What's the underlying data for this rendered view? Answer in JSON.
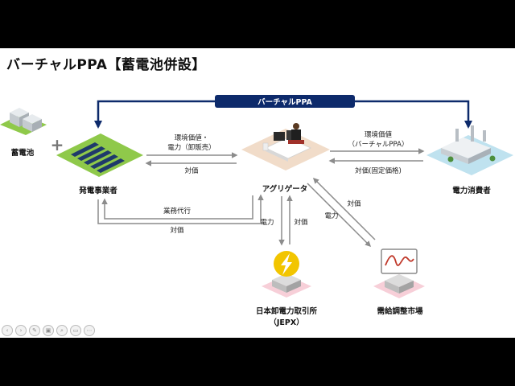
{
  "title": "バーチャルPPA【蓄電池併設】",
  "banner": {
    "label": "バーチャルPPA",
    "color": "#0d2a6b"
  },
  "nodes": {
    "battery": "蓄電池",
    "generator": "発電事業者",
    "aggregator": "アグリゲータ",
    "consumer": "電力消費者",
    "jepx_line1": "日本卸電力取引所",
    "jepx_line2": "（JEPX）",
    "balancing_market": "需給調整市場"
  },
  "plus_sign": "+",
  "flows": {
    "gen_to_agg_line1": "環境価値・",
    "gen_to_agg_line2": "電力（卸販売）",
    "agg_to_gen_payment": "対価",
    "agg_to_con_line1": "環境価値",
    "agg_to_con_line2": "（バーチャルPPA）",
    "con_to_agg_payment": "対価(固定価格)",
    "agency_service": "業務代行",
    "agency_payment": "対価",
    "jepx_power_down": "電力",
    "jepx_payment_up": "対価",
    "market_payment": "対価",
    "market_power": "電力"
  },
  "colors": {
    "accent_navy": "#0d2a6b",
    "arrow_gray": "#8c8c8c",
    "ground_green": "#8fc94a",
    "ground_peach": "#f1dcc9",
    "ground_blue": "#bfe2ef",
    "ground_pink": "#f7cfd8",
    "bolt_yellow": "#f2c500"
  },
  "icons": {
    "battery": "battery-storage-icon",
    "generator": "solar-panel-field-icon",
    "aggregator": "desk-operator-icon",
    "consumer": "factory-icon",
    "jepx": "lightning-bolt-icon",
    "balancing_market": "monitor-wave-icon"
  }
}
